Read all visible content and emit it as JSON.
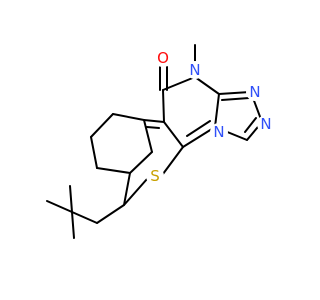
{
  "molecule": {
    "atoms": [
      {
        "id": "O1",
        "label": "O",
        "color": "#ff0d0d",
        "name": "oxygen-atom-carbonyl"
      },
      {
        "id": "N1",
        "label": "N",
        "color": "#3050f8",
        "name": "nitrogen-atom-methyl"
      },
      {
        "id": "N2",
        "label": "N",
        "color": "#3050f8",
        "name": "nitrogen-atom-triazole-top"
      },
      {
        "id": "N3",
        "label": "N",
        "color": "#3050f8",
        "name": "nitrogen-atom-triazole-right"
      },
      {
        "id": "N4",
        "label": "N",
        "color": "#3050f8",
        "name": "nitrogen-atom-bridgehead"
      },
      {
        "id": "S1",
        "label": "S",
        "color": "#c8a000",
        "name": "sulfur-atom-thiophene"
      }
    ]
  }
}
